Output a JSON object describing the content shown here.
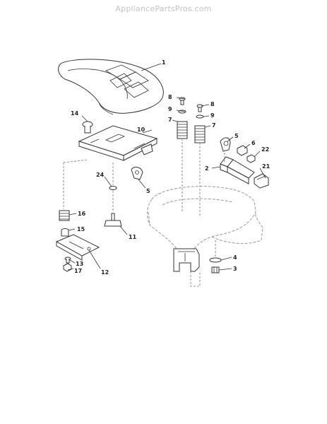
{
  "watermark": "AppliancePartsPros.com",
  "callouts": {
    "c1": "1",
    "c2": "2",
    "c3": "3",
    "c4": "4",
    "c5a": "5",
    "c5b": "5",
    "c6": "6",
    "c7a": "7",
    "c7b": "7",
    "c8a": "8",
    "c8b": "8",
    "c9a": "9",
    "c9b": "9",
    "c10": "10",
    "c11": "11",
    "c12": "12",
    "c13": "13",
    "c14": "14",
    "c15": "15",
    "c16": "16",
    "c17": "17",
    "c21": "21",
    "c22": "22",
    "c24": "24"
  }
}
